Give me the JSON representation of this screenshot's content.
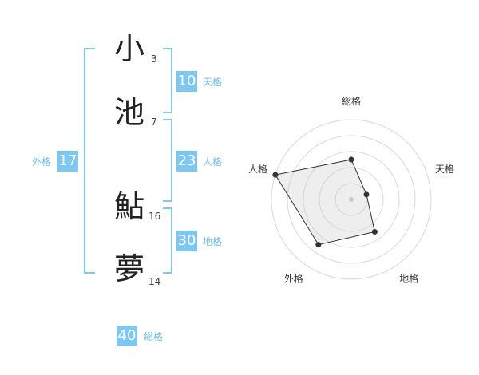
{
  "name_chars": [
    {
      "char": "小",
      "strokes": "3"
    },
    {
      "char": "池",
      "strokes": "7"
    },
    {
      "char": "鮎",
      "strokes": "16"
    },
    {
      "char": "夢",
      "strokes": "14"
    }
  ],
  "kaku": {
    "tenkaku": {
      "value": "10",
      "label": "天格"
    },
    "jinkaku": {
      "value": "23",
      "label": "人格"
    },
    "chikaku": {
      "value": "30",
      "label": "地格"
    },
    "gaikaku": {
      "value": "17",
      "label": "外格"
    },
    "soukaku": {
      "value": "40",
      "label": "総格"
    }
  },
  "colors": {
    "accent": "#7cc8f2",
    "label": "#6fbde8"
  },
  "chart_data": {
    "type": "radar",
    "axes": [
      "総格",
      "天格",
      "地格",
      "外格",
      "人格"
    ],
    "values": [
      2.5,
      1,
      2.5,
      3.5,
      5
    ],
    "max": 5
  }
}
